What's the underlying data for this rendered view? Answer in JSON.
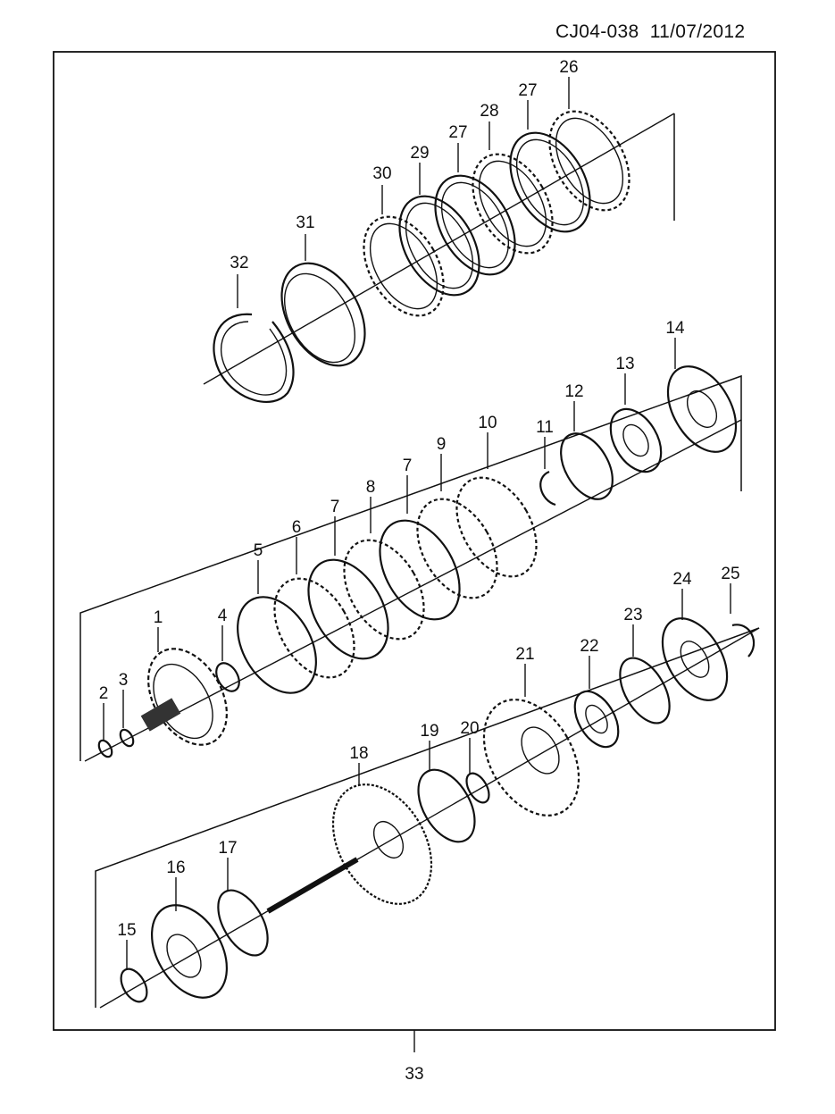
{
  "header": {
    "doc_code": "CJ04-038",
    "date": "11/07/2012"
  },
  "callouts": [
    "1",
    "2",
    "3",
    "4",
    "5",
    "6",
    "7",
    "7",
    "8",
    "9",
    "10",
    "11",
    "12",
    "13",
    "14",
    "15",
    "16",
    "17",
    "18",
    "19",
    "20",
    "21",
    "22",
    "23",
    "24",
    "25",
    "26",
    "27",
    "27",
    "28",
    "29",
    "30",
    "31",
    "32",
    "33"
  ]
}
